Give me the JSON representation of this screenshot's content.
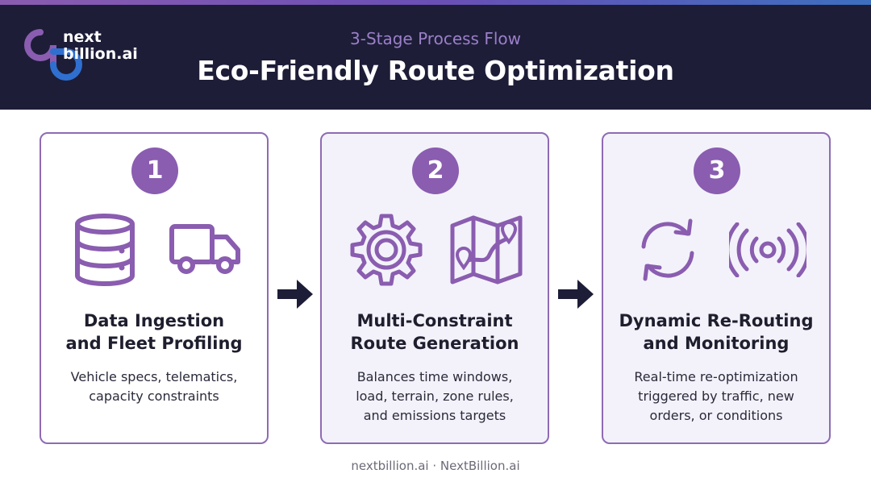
{
  "brand": {
    "logo_line1": "next",
    "logo_line2": "billion.ai",
    "colors": {
      "purple": "#8a5db0",
      "blue": "#3d6fc0",
      "header_bg": "#1d1d38"
    }
  },
  "header": {
    "subtitle": "3-Stage Process Flow",
    "title": "Eco-Friendly Route Optimization"
  },
  "stages": [
    {
      "number": "1",
      "title_line1": "Data Ingestion",
      "title_line2": "and Fleet Profiling",
      "desc_line1": "Vehicle specs, telematics,",
      "desc_line2": "capacity constraints",
      "desc_line3": "",
      "icons": [
        "database-icon",
        "truck-icon"
      ]
    },
    {
      "number": "2",
      "title_line1": "Multi-Constraint",
      "title_line2": "Route Generation",
      "desc_line1": "Balances time windows,",
      "desc_line2": "load, terrain, zone rules,",
      "desc_line3": "and emissions targets",
      "icons": [
        "gear-icon",
        "route-map-icon"
      ]
    },
    {
      "number": "3",
      "title_line1": "Dynamic Re-Routing",
      "title_line2": "and Monitoring",
      "desc_line1": "Real-time re-optimization",
      "desc_line2": "triggered by traffic, new",
      "desc_line3": "orders, or conditions",
      "icons": [
        "refresh-icon",
        "signal-broadcast-icon"
      ]
    }
  ],
  "footer": {
    "text": "nextbillion.ai · NextBillion.ai"
  }
}
